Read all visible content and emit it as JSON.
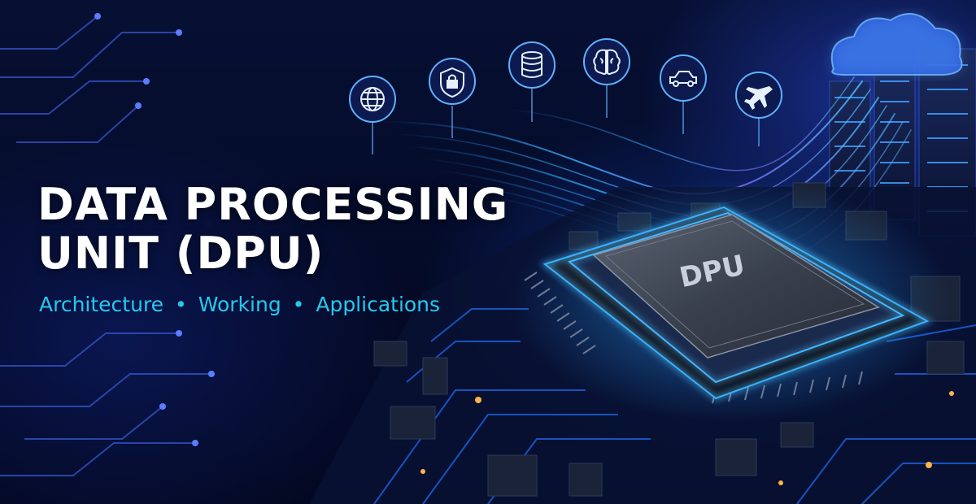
{
  "headline": {
    "line1": "DATA PROCESSING",
    "line2": "UNIT (DPU)"
  },
  "tagline": {
    "items": [
      "Architecture",
      "Working",
      "Applications"
    ],
    "separator": "•"
  },
  "chip": {
    "label": "DPU"
  },
  "icons": [
    "globe-icon",
    "shield-lock-icon",
    "database-icon",
    "brain-icon",
    "car-icon",
    "airplane-icon",
    "cloud-icon"
  ],
  "colors": {
    "headline": "#ffffff",
    "tagline": "#27c8ee",
    "glow": "#2fa8ff",
    "background": "#050a24"
  }
}
